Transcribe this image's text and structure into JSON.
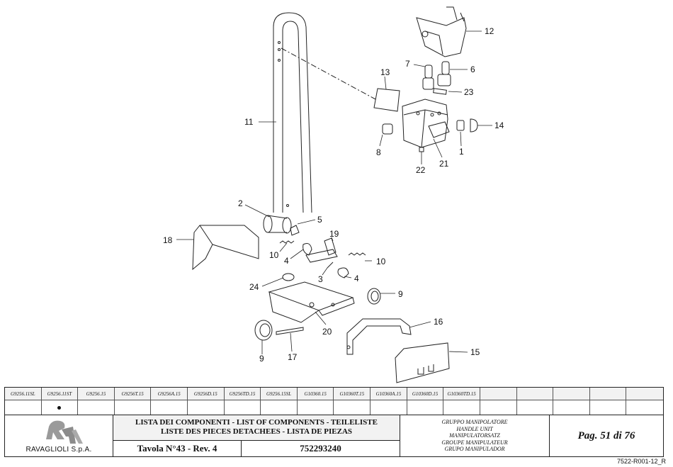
{
  "callouts": [
    "12",
    "7",
    "6",
    "13",
    "23",
    "11",
    "14",
    "8",
    "1",
    "22",
    "21",
    "2",
    "5",
    "18",
    "19",
    "10",
    "4",
    "10",
    "3",
    "4",
    "24",
    "9",
    "20",
    "16",
    "9",
    "17",
    "15"
  ],
  "models": {
    "headers": [
      "G9256.11SL",
      "G9256.11ST",
      "G9256.15",
      "G9256T.15",
      "G9256A.15",
      "G9256D.15",
      "G9256TD.15",
      "G9256.15SL",
      "G10360.15",
      "G10360T.15",
      "G10360A.15",
      "G10360D.15",
      "G10360TD.15",
      "",
      "",
      "",
      "",
      ""
    ],
    "marked_index": 1
  },
  "title_block": {
    "company": "RAVAGLIOLI S.p.A.",
    "logo_text": "RAV",
    "list_title_1": "LISTA DEI COMPONENTI - LIST OF COMPONENTS - TEILELISTE",
    "list_title_2": "LISTE DES PIECES DETACHEES - LISTA DE PIEZAS",
    "tavola": "Tavola N°43 - Rev. 4",
    "code": "752293240",
    "group": [
      "GRUPPO MANIPOLATORE",
      "HANDLE UNIT",
      "MANIPULATORSATZ",
      "GROUPE MANIPULATEUR",
      "GRUPO MANIPULADOR"
    ],
    "page": "Pag. 51 di 76",
    "doc_code": "7522-R001-12_R"
  }
}
